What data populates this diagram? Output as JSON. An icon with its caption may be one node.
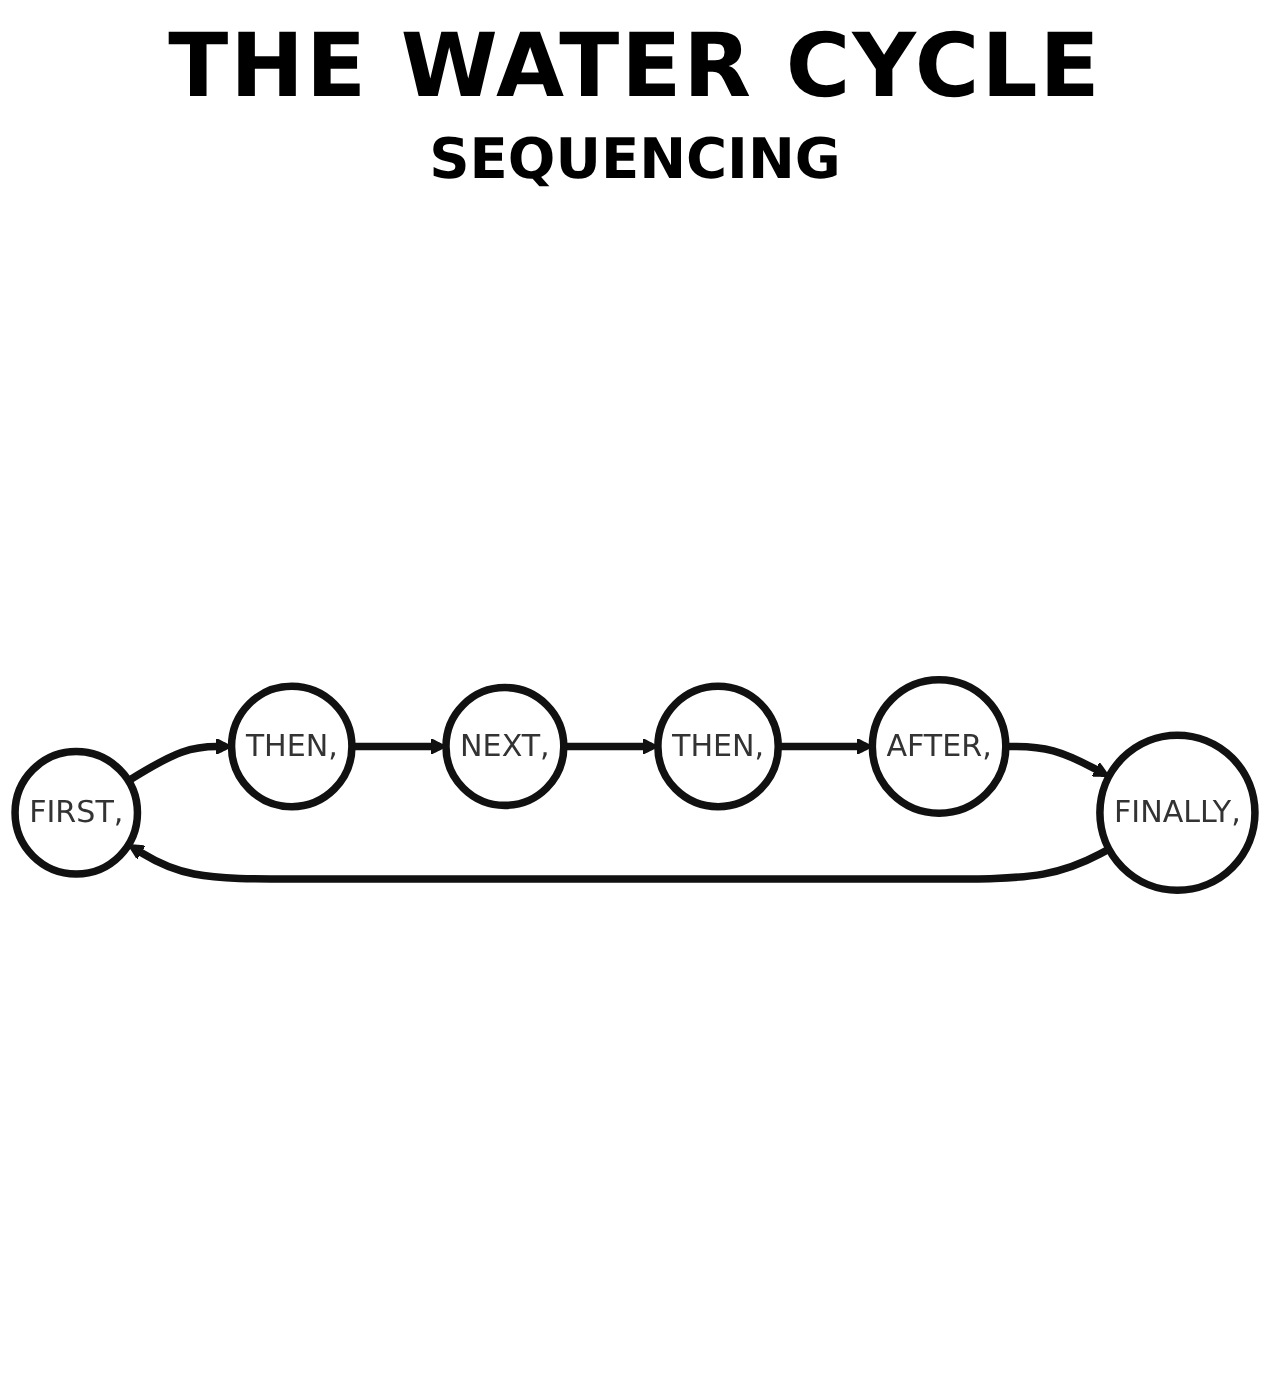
{
  "diagram": {
    "title": "THE WATER CYCLE",
    "nodes": [
      {
        "text": [
          "FIRST,"
        ]
      },
      {
        "text": [
          "THEN,"
        ]
      },
      {
        "text": [
          "NEXT,"
        ]
      },
      {
        "text": [
          "THEN,"
        ]
      },
      {
        "text": [
          "AFTER,"
        ]
      },
      {
        "text": [
          "FINALLY,"
        ]
      }
    ],
    "edges": [
      {
        "from": 0,
        "to": 1,
        "arrow": "to"
      },
      {
        "from": 1,
        "to": 2,
        "arrow": "to"
      },
      {
        "from": 2,
        "to": 3,
        "arrow": "to"
      },
      {
        "from": 3,
        "to": 4,
        "arrow": "to"
      },
      {
        "from": 4,
        "to": 5,
        "arrow": "to"
      },
      {
        "from": 5,
        "to": 0,
        "arrow": "to"
      }
    ],
    "labels": [
      "SEQUENCING"
    ]
  }
}
